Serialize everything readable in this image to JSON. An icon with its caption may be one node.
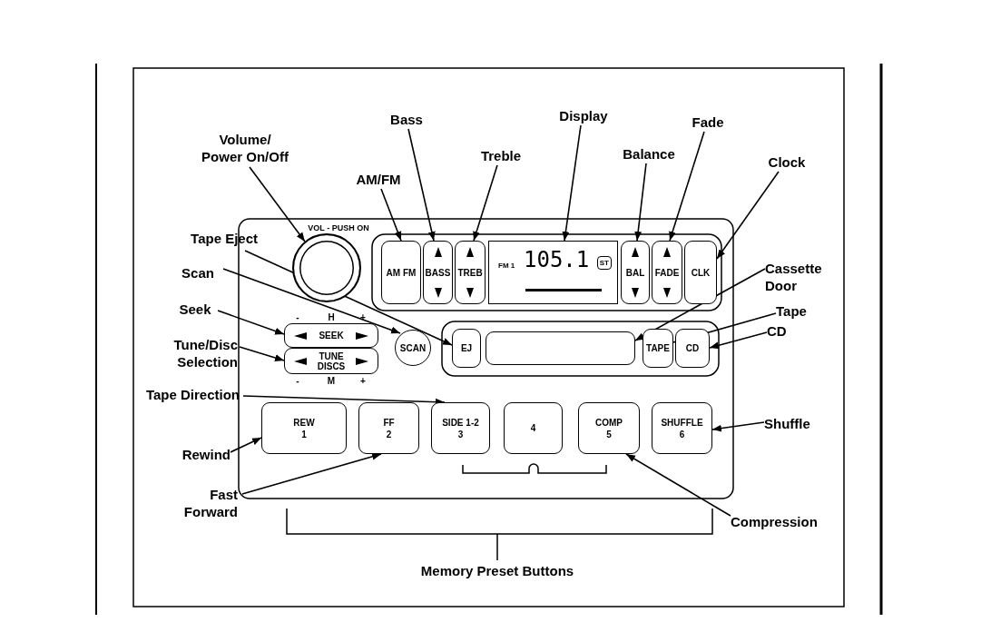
{
  "diagram": {
    "nodes": [
      {
        "text": [
          "Volume/ Power On/Off"
        ]
      },
      {
        "text": [
          "Bass"
        ]
      },
      {
        "text": [
          "Display"
        ]
      },
      {
        "text": [
          "Fade"
        ]
      },
      {
        "text": [
          "AM/FM"
        ]
      },
      {
        "text": [
          "Treble"
        ]
      },
      {
        "text": [
          "Balance"
        ]
      },
      {
        "text": [
          "Clock"
        ]
      },
      {
        "text": [
          "Tape Eject"
        ]
      },
      {
        "text": [
          "Cassette Door"
        ]
      },
      {
        "text": [
          "Scan"
        ]
      },
      {
        "text": [
          "Tape"
        ]
      },
      {
        "text": [
          "Seek"
        ]
      },
      {
        "text": [
          "CD"
        ]
      },
      {
        "text": [
          "Tune/Disc Selection"
        ]
      },
      {
        "text": [
          "Tape Direction"
        ]
      },
      {
        "text": [
          "Shuffle"
        ]
      },
      {
        "text": [
          "Rewind"
        ]
      },
      {
        "text": [
          "Fast Forward"
        ]
      },
      {
        "text": [
          "Compression"
        ]
      },
      {
        "text": [],
        "shape": "circle"
      },
      {
        "text": [
          "AM FM"
        ]
      },
      {
        "text": [
          "BASS"
        ]
      },
      {
        "text": [
          "TREB"
        ]
      },
      {
        "text": [
          "FM 1",
          "105.1",
          "ST"
        ]
      },
      {
        "text": [
          "BAL"
        ]
      },
      {
        "text": [
          "FADE"
        ]
      },
      {
        "text": [
          "CLK"
        ]
      },
      {
        "text": [
          "SEEK"
        ]
      },
      {
        "text": [
          "TUNE DISCS"
        ]
      },
      {
        "text": [
          "SCAN"
        ]
      },
      {
        "text": [
          "EJ"
        ]
      },
      {
        "text": [],
        "shape": "box"
      },
      {
        "text": [
          "TAPE"
        ]
      },
      {
        "text": [
          "CD"
        ]
      },
      {
        "text": [
          "REW",
          "1"
        ]
      },
      {
        "text": [
          "FF",
          "2"
        ]
      },
      {
        "text": [
          "SIDE 1-2",
          "3"
        ]
      },
      {
        "text": [
          "4"
        ]
      },
      {
        "text": [
          "COMP",
          "5"
        ]
      },
      {
        "text": [
          "SHUFFLE",
          "6"
        ]
      }
    ],
    "edges": [
      {
        "from": 0,
        "to": 20,
        "arrow": "to"
      },
      {
        "from": 1,
        "to": 22,
        "arrow": "to"
      },
      {
        "from": 2,
        "to": 24,
        "arrow": "to"
      },
      {
        "from": 3,
        "to": 26,
        "arrow": "to"
      },
      {
        "from": 4,
        "to": 21,
        "arrow": "to"
      },
      {
        "from": 5,
        "to": 23,
        "arrow": "to"
      },
      {
        "from": 6,
        "to": 25,
        "arrow": "to"
      },
      {
        "from": 7,
        "to": 27,
        "arrow": "to"
      },
      {
        "from": 8,
        "to": 31,
        "arrow": "to"
      },
      {
        "from": 9,
        "to": 32,
        "arrow": "to"
      },
      {
        "from": 10,
        "to": 30,
        "arrow": "to"
      },
      {
        "from": 11,
        "to": 33,
        "arrow": "to"
      },
      {
        "from": 12,
        "to": 28,
        "arrow": "to"
      },
      {
        "from": 13,
        "to": 34,
        "arrow": "to"
      },
      {
        "from": 14,
        "to": 29,
        "arrow": "to"
      },
      {
        "from": 15,
        "to": 37,
        "arrow": "to"
      },
      {
        "from": 16,
        "to": 40,
        "arrow": "to"
      },
      {
        "from": 17,
        "to": 35,
        "arrow": "to"
      },
      {
        "from": 18,
        "to": 36,
        "arrow": "to"
      },
      {
        "from": 19,
        "to": 39,
        "arrow": "to"
      }
    ],
    "labels": [
      "VOL - PUSH ON",
      "-",
      "H",
      "+",
      "-",
      "M",
      "+",
      "Memory Preset Buttons"
    ]
  }
}
